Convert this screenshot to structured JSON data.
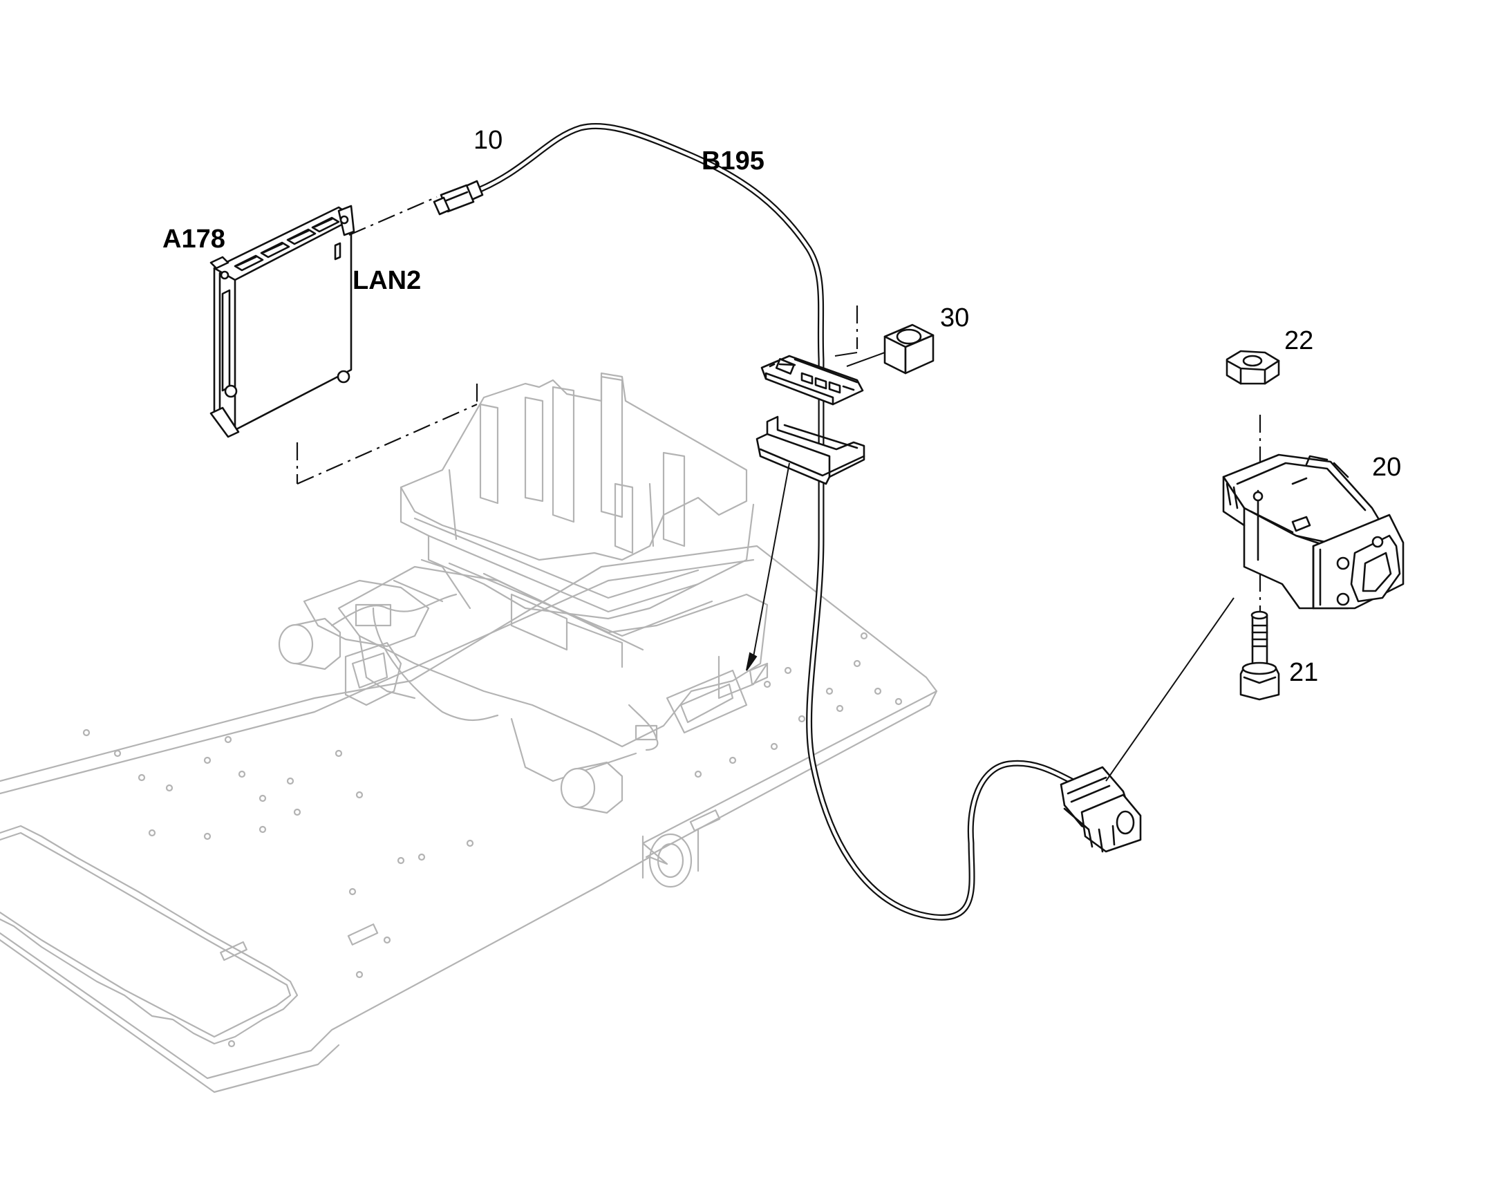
{
  "labels": {
    "part_10": "10",
    "cable_b195": "B195",
    "unit_a178": "A178",
    "port_lan2": "LAN2",
    "part_30": "30",
    "part_22": "22",
    "part_20": "20",
    "part_21": "21"
  }
}
